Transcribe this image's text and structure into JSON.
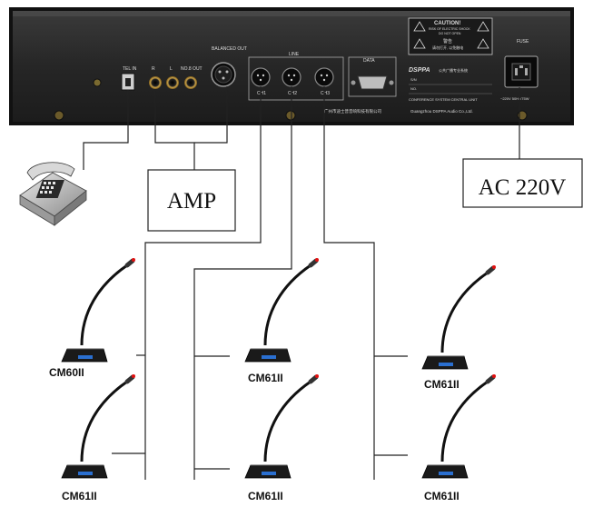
{
  "panel": {
    "ports": {
      "tel_in": "TEL IN",
      "r": "R",
      "l": "L",
      "rec_out": "NO.8 OUT",
      "balanced_out": "BALANCED OUT",
      "line": "LINE",
      "ch1": "CH1",
      "ch2": "CH2",
      "ch3": "CH3",
      "data": "DATA",
      "fuse": "FUSE",
      "power_rating": "~220V 50Hz/75W"
    },
    "brand": "DSPPA",
    "brand_cn": "公共广播专业系统",
    "sn_label": "S/N",
    "no_label": "NO.",
    "product_name": "CONFERENCE SYSTEM CENTRAL UNIT",
    "company_cn": "广州市迪士普音响科技有限公司",
    "company_en": "Guangzhou DSPPA Audio Co.,Ltd.",
    "caution": {
      "title": "CAUTION!",
      "line1": "RISK OF ELECTRIC SHOCK",
      "line2": "DO NOT OPEN",
      "cn_title": "警告",
      "cn_line": "请勿打开, 以免触电"
    }
  },
  "boxes": {
    "amp": "AMP",
    "ac": "AC 220V"
  },
  "mics": [
    {
      "label": "CM60II"
    },
    {
      "label": "CM61II"
    },
    {
      "label": "CM61II"
    },
    {
      "label": "CM61II"
    },
    {
      "label": "CM61II"
    },
    {
      "label": "CM61II"
    }
  ],
  "colors": {
    "panel": "#2a2a2a",
    "line": "#222222",
    "mic_base": "#1a1a1a",
    "mic_accent": "#2a6fd0",
    "mic_tip": "#e01010"
  }
}
